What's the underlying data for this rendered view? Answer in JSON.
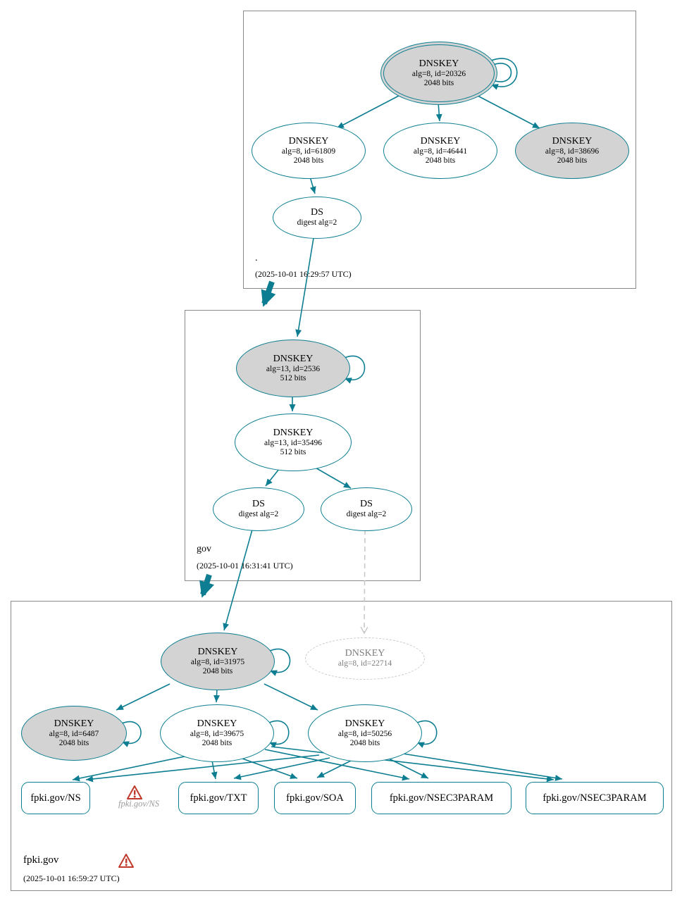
{
  "colors": {
    "edge": "#0d7e91",
    "key_fill": "#d3d3d3",
    "warning": "#c0392b"
  },
  "zones": {
    "root": {
      "label": ".",
      "timestamp": "(2025-10-01 16:29:57 UTC)",
      "ksk": {
        "type": "DNSKEY",
        "detail": "alg=8, id=20326",
        "bits": "2048 bits"
      },
      "zsk_a": {
        "type": "DNSKEY",
        "detail": "alg=8, id=61809",
        "bits": "2048 bits"
      },
      "zsk_b": {
        "type": "DNSKEY",
        "detail": "alg=8, id=46441",
        "bits": "2048 bits"
      },
      "ksk_b": {
        "type": "DNSKEY",
        "detail": "alg=8, id=38696",
        "bits": "2048 bits"
      },
      "ds": {
        "type": "DS",
        "detail": "digest alg=2"
      }
    },
    "gov": {
      "label": "gov",
      "timestamp": "(2025-10-01 16:31:41 UTC)",
      "ksk": {
        "type": "DNSKEY",
        "detail": "alg=13, id=2536",
        "bits": "512 bits"
      },
      "zsk": {
        "type": "DNSKEY",
        "detail": "alg=13, id=35496",
        "bits": "512 bits"
      },
      "ds_a": {
        "type": "DS",
        "detail": "digest alg=2"
      },
      "ds_b": {
        "type": "DS",
        "detail": "digest alg=2"
      }
    },
    "fpki": {
      "label": "fpki.gov",
      "timestamp": "(2025-10-01 16:59:27 UTC)",
      "ksk": {
        "type": "DNSKEY",
        "detail": "alg=8, id=31975",
        "bits": "2048 bits"
      },
      "missing": {
        "type": "DNSKEY",
        "detail": "alg=8, id=22714"
      },
      "key_a": {
        "type": "DNSKEY",
        "detail": "alg=8, id=6487",
        "bits": "2048 bits"
      },
      "key_b": {
        "type": "DNSKEY",
        "detail": "alg=8, id=39675",
        "bits": "2048 bits"
      },
      "key_c": {
        "type": "DNSKEY",
        "detail": "alg=8, id=50256",
        "bits": "2048 bits"
      },
      "rrsets": {
        "ns": "fpki.gov/NS",
        "ns_error": "fpki.gov/NS",
        "txt": "fpki.gov/TXT",
        "soa": "fpki.gov/SOA",
        "nsec3param_a": "fpki.gov/NSEC3PARAM",
        "nsec3param_b": "fpki.gov/NSEC3PARAM"
      }
    }
  }
}
